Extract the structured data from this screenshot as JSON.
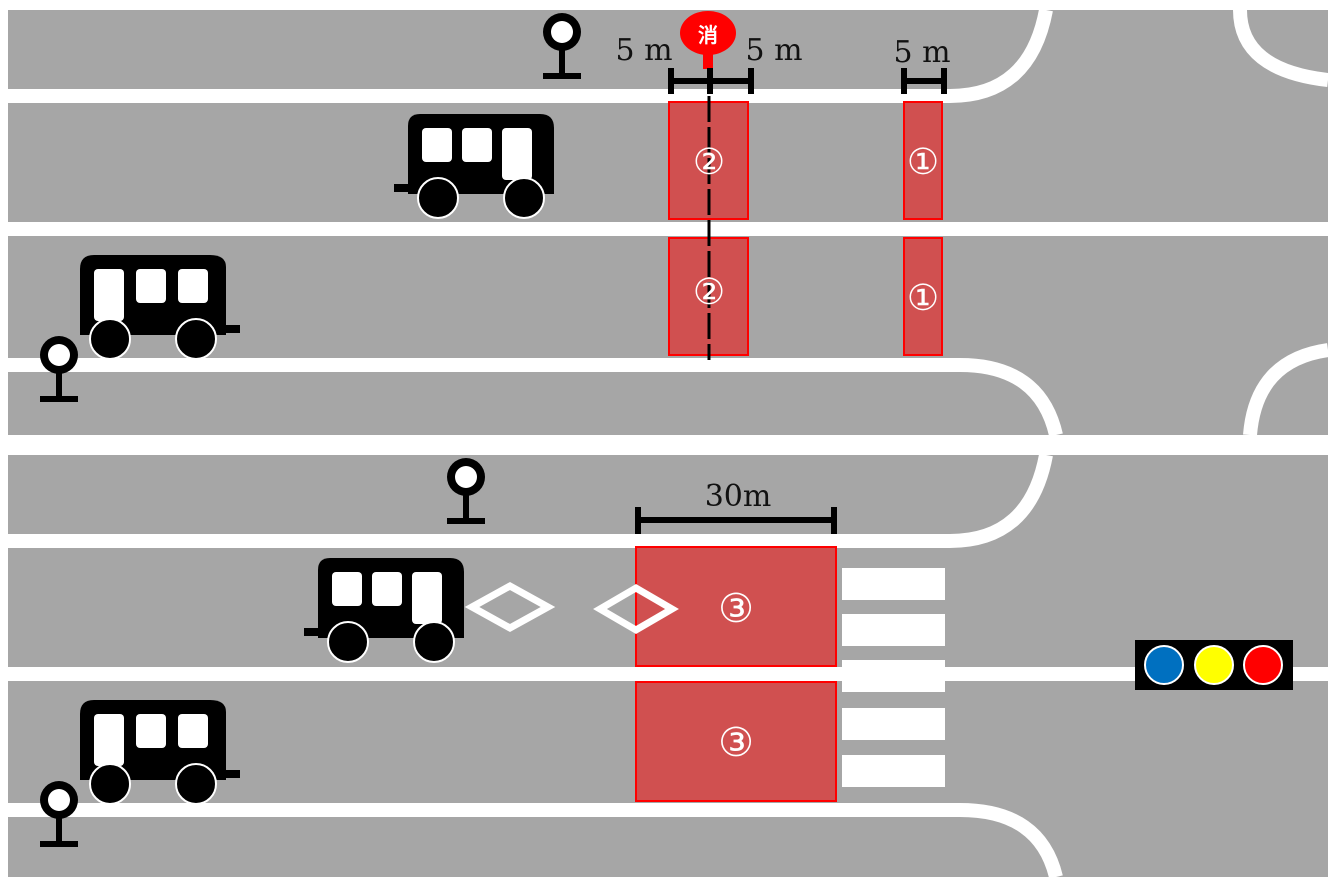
{
  "colors": {
    "road": "#a6a6a6",
    "lane_line": "#ffffff",
    "zone_fill": "#d05050",
    "zone_stroke": "#ff0000",
    "hydrant": "#ff0000",
    "vehicle": "#000000",
    "signal_blue": "#0070c0",
    "signal_yellow": "#ffff00",
    "signal_red": "#ff0000"
  },
  "panel_top": {
    "dim_left": "5 m",
    "dim_right": "5 m",
    "dim_far": "5 m",
    "hydrant_label": "消",
    "zone_far_lane1": "①",
    "zone_far_lane2": "①",
    "zone_hydrant_lane1": "②",
    "zone_hydrant_lane2": "②"
  },
  "panel_bottom": {
    "dim_crosswalk": "30m",
    "zone_lane1": "③",
    "zone_lane2": "③"
  },
  "icons": {
    "bus": "bus-icon",
    "bus_stop": "bus-stop-sign-icon",
    "hydrant": "fire-hydrant-icon",
    "traffic_light": "traffic-light-icon",
    "diamond": "crosswalk-ahead-diamond-icon"
  }
}
